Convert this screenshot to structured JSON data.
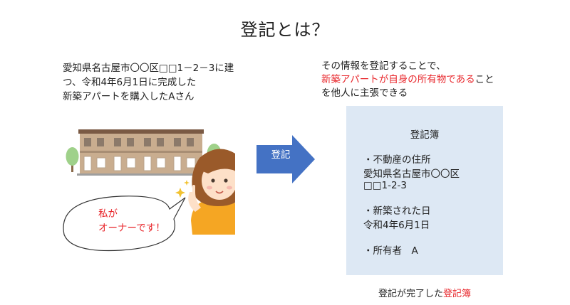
{
  "title": "登記とは？",
  "left": {
    "lines": [
      "愛知県名古屋市〇〇区□□1－2－3に建",
      "つ、令和4年6月1日に完成した",
      "新築アパートを購入したAさん"
    ]
  },
  "right": {
    "line1": "その情報を登記することで、",
    "line2_red": "新築アパートが自身の所有物である",
    "line2_rest": "こと",
    "line3": "を他人に主張できる"
  },
  "arrow": {
    "label": "登記",
    "color": "#4472c4"
  },
  "speech_bubble": {
    "lines": [
      "私が",
      "オーナーです！"
    ]
  },
  "register": {
    "heading": "登記簿",
    "lines": [
      "・不動産の住所",
      "愛知県名古屋市〇〇区",
      "□□1-2-3",
      "・新築された日",
      "令和4年6月1日",
      "・所有者　A"
    ],
    "background": "#dde8f4"
  },
  "caption": {
    "prefix": "登記が完了した",
    "highlight": "登記簿"
  },
  "colors": {
    "accent_red": "#e8262b",
    "text": "#222222"
  }
}
